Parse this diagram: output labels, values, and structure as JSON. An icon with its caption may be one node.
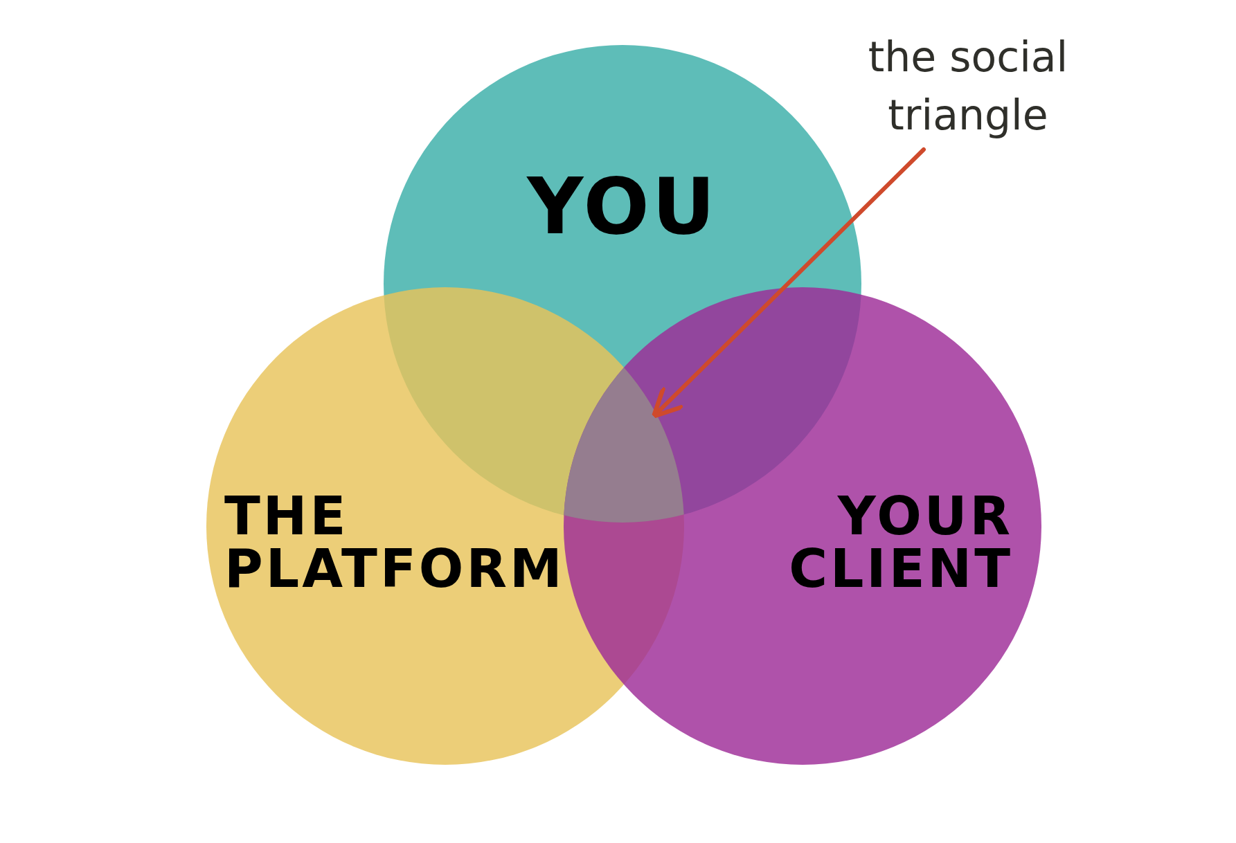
{
  "diagram": {
    "nodes": [
      {
        "text": [
          "the social triangle"
        ]
      },
      {
        "text": [
          "YOU"
        ]
      },
      {
        "text": [
          "THE PLATFORM"
        ]
      },
      {
        "text": [
          "YOUR CLIENT"
        ]
      },
      {
        "text": [],
        "shape": "triangle"
      }
    ],
    "edges": [
      {
        "from": 0,
        "to": 4,
        "arrow": "to"
      }
    ]
  }
}
